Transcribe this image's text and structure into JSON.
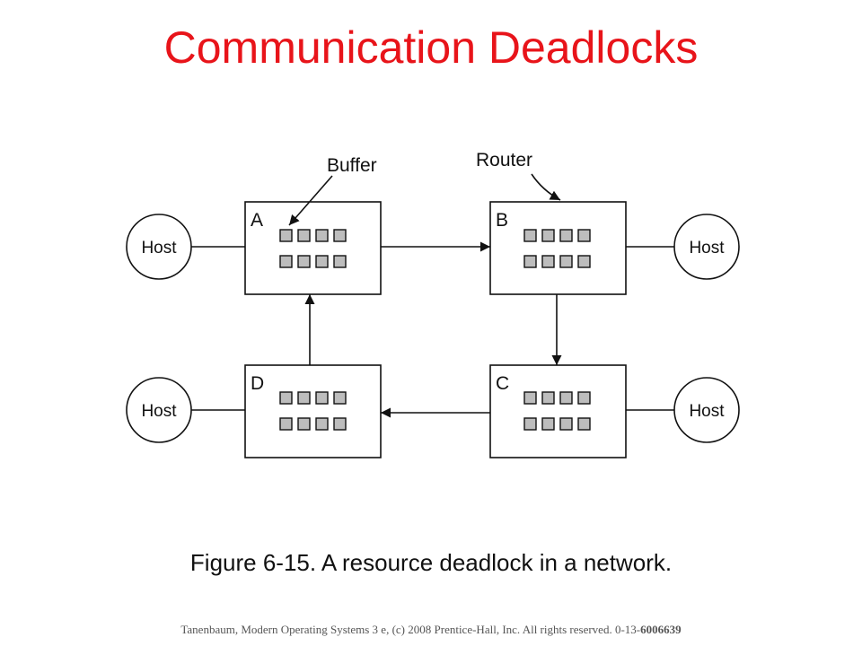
{
  "slide": {
    "title": "Communication Deadlocks",
    "caption": "Figure 6-15. A resource deadlock in a network.",
    "footer_text": "Tanenbaum, Modern Operating Systems 3 e, (c) 2008 Prentice-Hall, Inc. All rights reserved. 0-13-",
    "footer_isbn": "6006639",
    "title_color": "#e8141a"
  },
  "diagram": {
    "labels": {
      "buffer": "Buffer",
      "router": "Router"
    },
    "routers": [
      {
        "id": "A"
      },
      {
        "id": "B"
      },
      {
        "id": "C"
      },
      {
        "id": "D"
      }
    ],
    "hosts": [
      {
        "label": "Host",
        "attached_to": "A"
      },
      {
        "label": "Host",
        "attached_to": "B"
      },
      {
        "label": "Host",
        "attached_to": "C"
      },
      {
        "label": "Host",
        "attached_to": "D"
      }
    ],
    "buffers_per_router": 8,
    "links": [
      {
        "from": "A",
        "to": "B"
      },
      {
        "from": "B",
        "to": "C"
      },
      {
        "from": "C",
        "to": "D"
      },
      {
        "from": "D",
        "to": "A"
      }
    ],
    "buffer_fill": "#bdbdbd"
  }
}
